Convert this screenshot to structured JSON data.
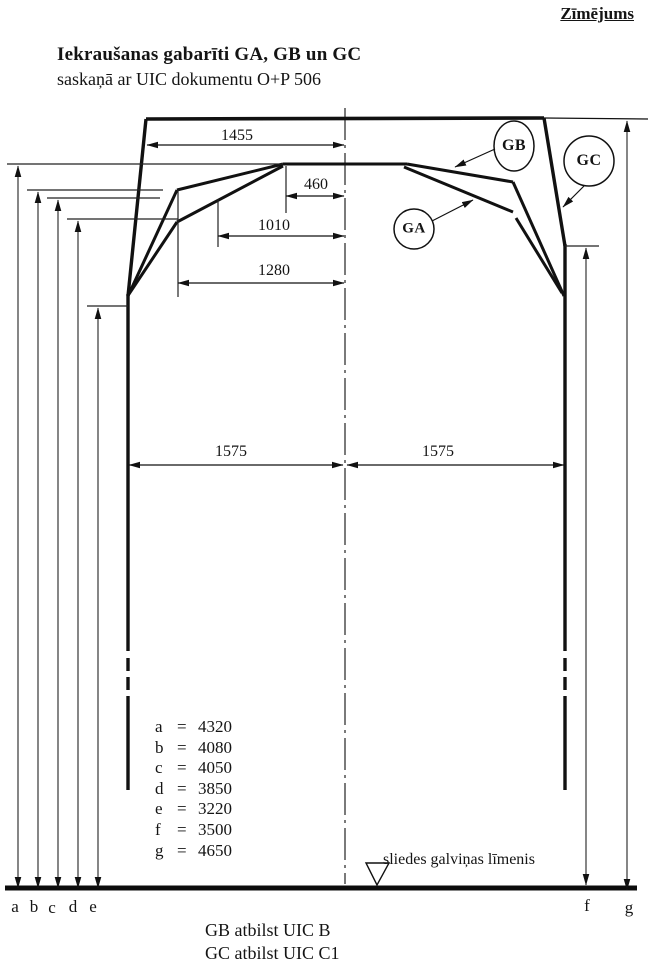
{
  "doc": {
    "corner_label": "Zīmējums"
  },
  "title": {
    "heading": "Iekraušanas gabarīti GA, GB un GC",
    "subheading": "saskaņā ar UIC dokumentu O+P 506"
  },
  "gauge_labels": {
    "ga": "GA",
    "gb": "GB",
    "gc": "GC"
  },
  "dims": {
    "top_half_width": "1455",
    "w460": "460",
    "w1010": "1010",
    "w1280": "1280",
    "half_gauge_left": "1575",
    "half_gauge_right": "1575"
  },
  "legend": {
    "eq": "=",
    "rows": [
      {
        "k": "a",
        "v": "4320"
      },
      {
        "k": "b",
        "v": "4080"
      },
      {
        "k": "c",
        "v": "4050"
      },
      {
        "k": "d",
        "v": "3850"
      },
      {
        "k": "e",
        "v": "3220"
      },
      {
        "k": "f",
        "v": "3500"
      },
      {
        "k": "g",
        "v": "4650"
      }
    ]
  },
  "rail": {
    "label": "sliedes galviņas līmenis"
  },
  "axis_letters": {
    "a": "a",
    "b": "b",
    "c": "c",
    "d": "d",
    "e": "e",
    "f": "f",
    "g": "g"
  },
  "footer": {
    "line1": "GB atbilst UIC B",
    "line2": "GC atbilst UIC C1"
  }
}
